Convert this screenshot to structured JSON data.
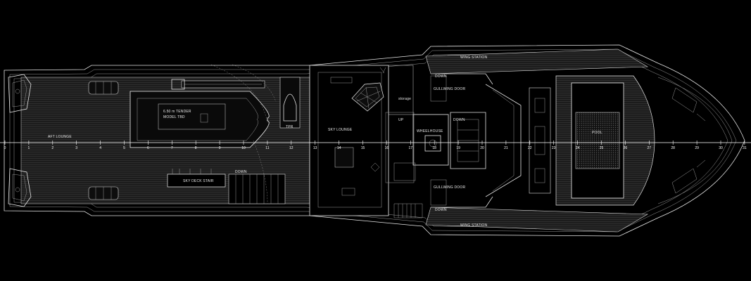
{
  "labels": {
    "aft_lounge": "AFT LOUNGE",
    "tender": "6.50 m TENDER",
    "tender_model": "MODEL TBD",
    "sky_lounge": "SKY LOUNGE",
    "storage": "storage",
    "wheelhouse": "WHEELHOUSE",
    "pool": "POOL",
    "wing_station_top": "WING STATION",
    "wing_station_bottom": "WING STATION",
    "gull_wing_door_top": "GULLWING DOOR",
    "gull_wing_door_bottom": "GULLWING DOOR",
    "down_top": "DOWN",
    "down_bottom": "DOWN",
    "up": "UP",
    "down_center": "DOWN",
    "down_lower": "DOWN",
    "bar_label": "SKY DECK STAIR",
    "sub_label": "TPR"
  },
  "frames": [
    "0",
    "1",
    "2",
    "3",
    "4",
    "5",
    "6",
    "7",
    "8",
    "9",
    "10",
    "11",
    "12",
    "13",
    "14",
    "15",
    "16",
    "17",
    "18",
    "19",
    "20",
    "21",
    "22",
    "23",
    "24",
    "25",
    "26",
    "27",
    "28",
    "29",
    "30",
    "31"
  ],
  "colors": {
    "background": "#000000",
    "line": "#e6e6e6",
    "dim": "#9a9a9a"
  }
}
